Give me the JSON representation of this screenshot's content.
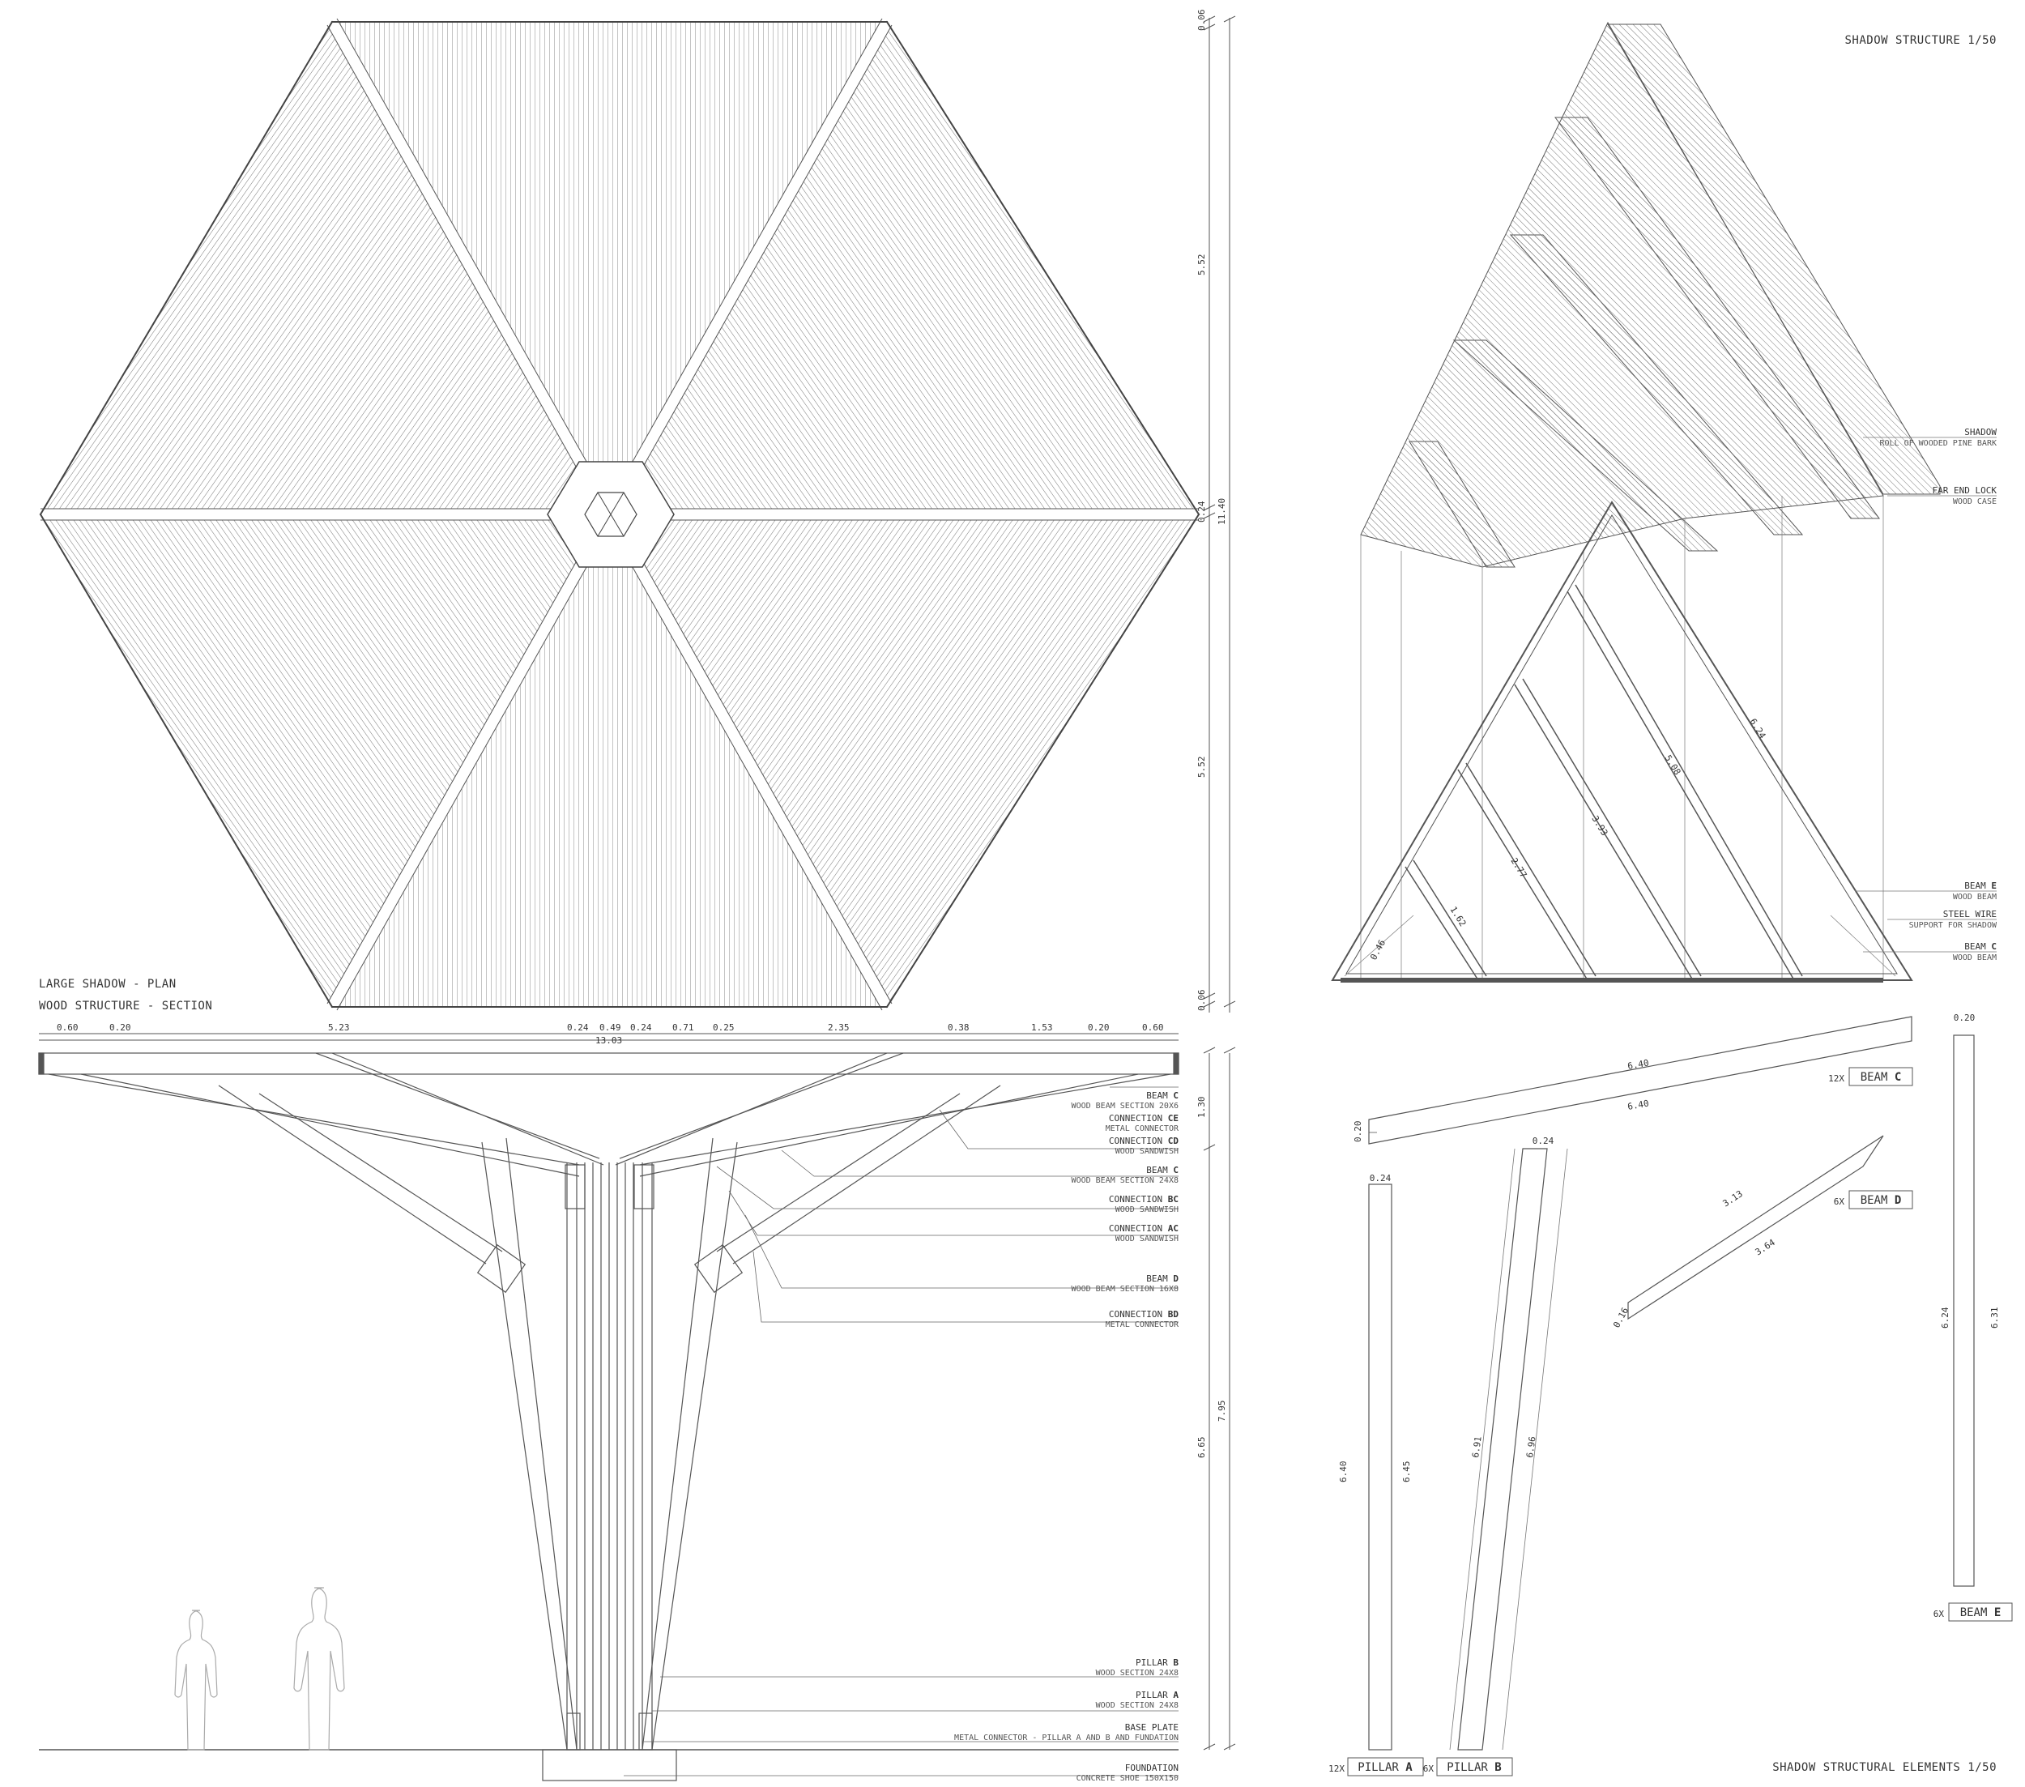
{
  "sheet_titles": {
    "plan": "LARGE SHADOW - PLAN",
    "section": "WOOD STRUCTURE - SECTION",
    "shadow_structure": "SHADOW STRUCTURE 1/50",
    "elements": "SHADOW STRUCTURAL ELEMENTS 1/50"
  },
  "plan_dims": {
    "right_parts": [
      "0.06",
      "5.52",
      "0.24",
      "5.52",
      "0.06"
    ],
    "right_total": "11.40"
  },
  "section_dims": {
    "top_parts": [
      "0.60",
      "0.20",
      "5.23",
      "0.24",
      "0.49",
      "0.24",
      "0.71",
      "0.25",
      "2.35",
      "0.38",
      "1.53",
      "0.20",
      "0.60"
    ],
    "top_total": "13.03",
    "right_parts": [
      "1.30",
      "6.65"
    ],
    "right_total": "7.95"
  },
  "section_labels": [
    {
      "name": "BEAM",
      "code": "C",
      "sub": "WOOD BEAM SECTION 20X6"
    },
    {
      "name": "CONNECTION",
      "code": "CE",
      "sub": "METAL CONNECTOR"
    },
    {
      "name": "CONNECTION",
      "code": "CD",
      "sub": "WOOD SANDWISH"
    },
    {
      "name": "BEAM",
      "code": "C",
      "sub": "WOOD BEAM SECTION 24X8"
    },
    {
      "name": "CONNECTION",
      "code": "BC",
      "sub": "WOOD SANDWISH"
    },
    {
      "name": "CONNECTION",
      "code": "AC",
      "sub": "WOOD SANDWISH"
    },
    {
      "name": "BEAM",
      "code": "D",
      "sub": "WOOD BEAM SECTION 16X8"
    },
    {
      "name": "CONNECTION",
      "code": "BD",
      "sub": "METAL CONNECTOR"
    },
    {
      "name": "PILLAR",
      "code": "B",
      "sub": "WOOD SECTION 24X8"
    },
    {
      "name": "PILLAR",
      "code": "A",
      "sub": "WOOD SECTION 24X8"
    },
    {
      "name": "BASE PLATE",
      "code": "",
      "sub": "METAL CONNECTOR - PILLAR A AND B AND FUNDATION"
    },
    {
      "name": "FOUNDATION",
      "code": "",
      "sub": "CONCRETE SHOE 150X150"
    }
  ],
  "elevation_labels": [
    {
      "name": "SHADOW",
      "code": "",
      "sub": "ROLL OF WOODED PINE BARK"
    },
    {
      "name": "FAR END LOCK",
      "code": "",
      "sub": "WOOD CASE"
    },
    {
      "name": "BEAM",
      "code": "E",
      "sub": "WOOD BEAM"
    },
    {
      "name": "STEEL WIRE",
      "code": "",
      "sub": "SUPPORT FOR SHADOW"
    },
    {
      "name": "BEAM",
      "code": "C",
      "sub": "WOOD BEAM"
    }
  ],
  "elevation_dims": [
    "0.46",
    "1.62",
    "2.77",
    "3.93",
    "5.08",
    "6.24"
  ],
  "elements": {
    "beam_c": {
      "qty": "12X",
      "name": "BEAM",
      "code": "C",
      "dims": [
        "6.40",
        "6.40",
        "0.20"
      ]
    },
    "beam_d": {
      "qty": "6X",
      "name": "BEAM",
      "code": "D",
      "dims": [
        "3.13",
        "3.64",
        "0.16"
      ]
    },
    "beam_e": {
      "qty": "6X",
      "name": "BEAM",
      "code": "E",
      "dims": [
        "0.20",
        "6.24",
        "6.31"
      ]
    },
    "pillar_a": {
      "qty": "12X",
      "name": "PILLAR",
      "code": "A",
      "dims": [
        "0.24",
        "6.40",
        "6.45"
      ]
    },
    "pillar_b": {
      "qty": "6X",
      "name": "PILLAR",
      "code": "B",
      "dims": [
        "0.24",
        "6.91",
        "6.96"
      ]
    }
  }
}
